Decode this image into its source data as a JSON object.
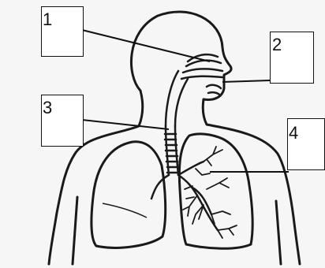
{
  "diagram": {
    "labels": [
      {
        "id": 1,
        "text": "1"
      },
      {
        "id": 2,
        "text": "2"
      },
      {
        "id": 3,
        "text": "3"
      },
      {
        "id": 4,
        "text": "4"
      }
    ]
  }
}
